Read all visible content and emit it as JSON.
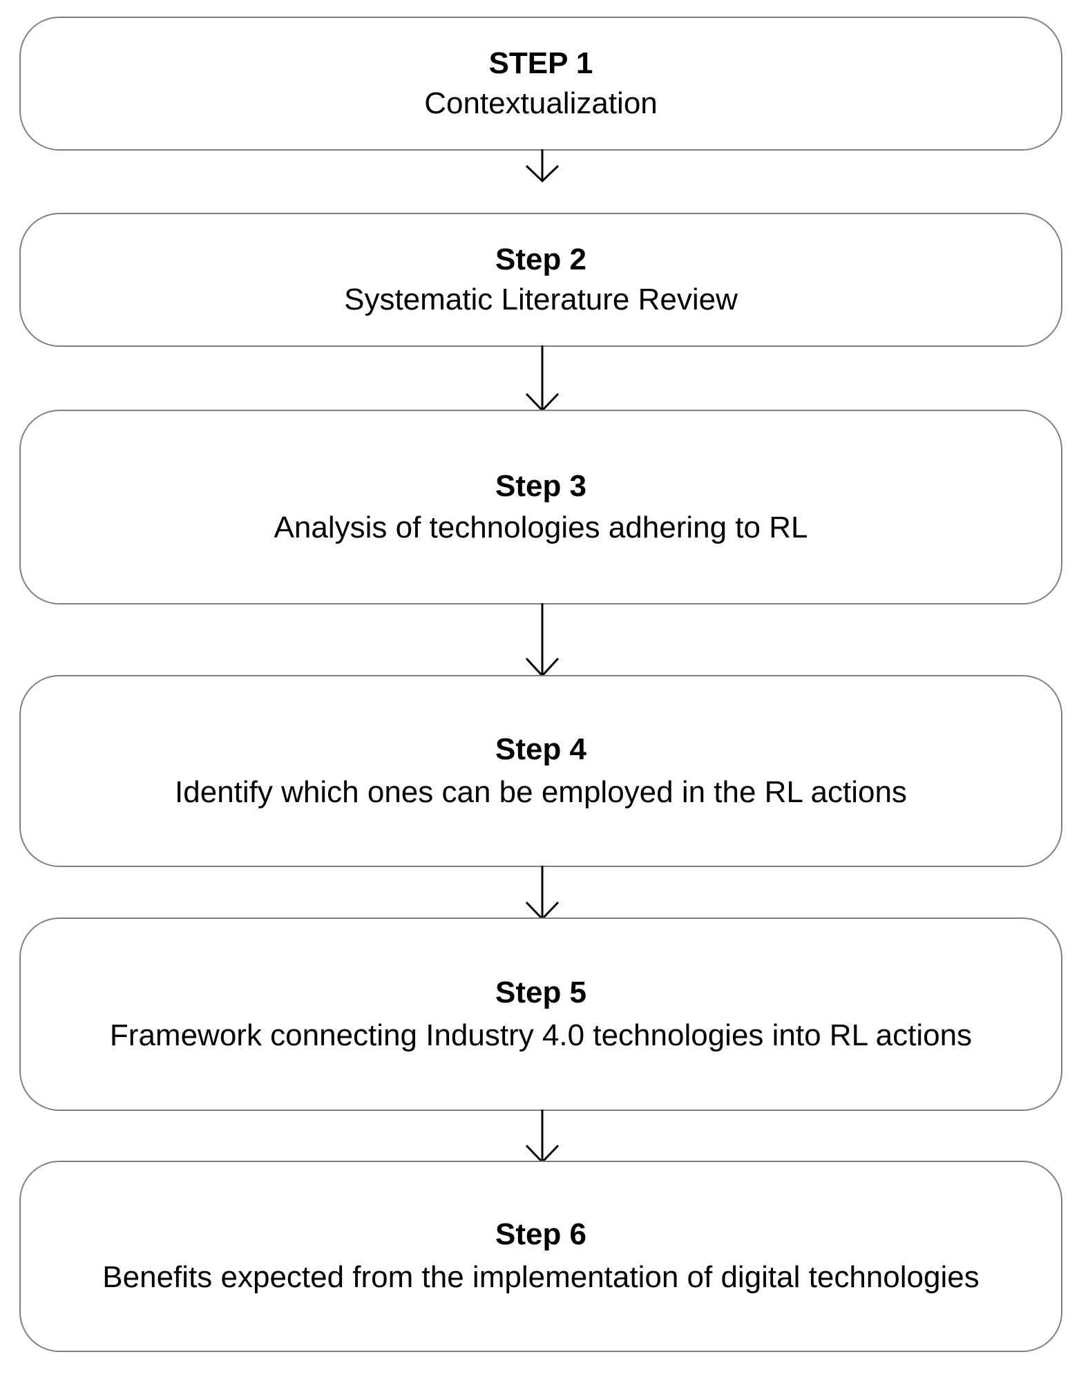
{
  "diagram": {
    "title": "Research methodology steps flowchart",
    "orientation": "vertical-top-down",
    "accent_color": "#000000",
    "box_border_color": "#7f7f7f",
    "background_color": "#ffffff",
    "connector_color": "#000000",
    "steps": [
      {
        "id": "step-1",
        "title": "STEP 1",
        "description": "Contextualization"
      },
      {
        "id": "step-2",
        "title": "Step 2",
        "description": "Systematic Literature Review"
      },
      {
        "id": "step-3",
        "title": "Step 3",
        "description": "Analysis of technologies adhering to RL"
      },
      {
        "id": "step-4",
        "title": "Step 4",
        "description": "Identify which ones can be employed in the RL actions"
      },
      {
        "id": "step-5",
        "title": "Step 5",
        "description": "Framework connecting Industry 4.0 technologies into RL actions"
      },
      {
        "id": "step-6",
        "title": "Step 6",
        "description": "Benefits expected from the implementation of digital technologies"
      }
    ],
    "connectors": [
      {
        "id": "connector-1-2",
        "from": "step-1",
        "to": "step-2"
      },
      {
        "id": "connector-2-3",
        "from": "step-2",
        "to": "step-3"
      },
      {
        "id": "connector-3-4",
        "from": "step-3",
        "to": "step-4"
      },
      {
        "id": "connector-4-5",
        "from": "step-4",
        "to": "step-5"
      },
      {
        "id": "connector-5-6",
        "from": "step-5",
        "to": "step-6"
      }
    ]
  }
}
